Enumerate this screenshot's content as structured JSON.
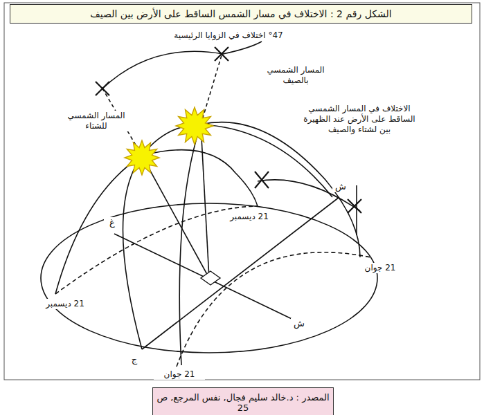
{
  "diagram": {
    "title": "الشكل رقم 2 : الاختلاف في مسار الشمس الساقط على الأرض بين الصيف",
    "caption": "المصدر : د.خالد سليم فجال, نفس المرجع, ص 25",
    "labels": [
      "°47 اختلاف في الزوايا الرئيسية",
      "المسار الشمسي بالصيف",
      "المسار الشمسي للشتاء",
      "الاختلاف في المسار الشمسي الساقط على الأرض عند الظهيرة بين لشتاء والصيف",
      "ش",
      "21 ديسمبر",
      "غ",
      "21 جوان",
      "21 ديسمبر",
      "ش",
      "ج",
      "21 جوان"
    ]
  }
}
